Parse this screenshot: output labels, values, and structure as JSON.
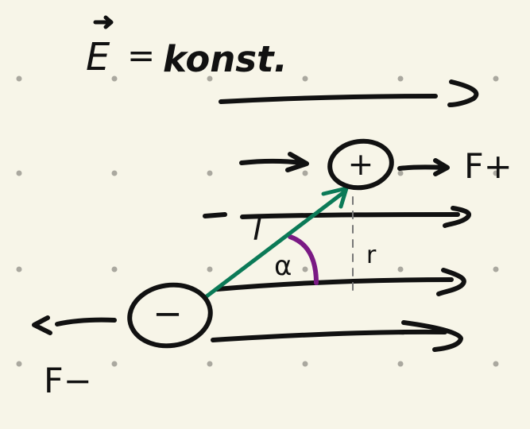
{
  "diagram": {
    "title_field": "E",
    "title_equals": "=",
    "title_value": "konst.",
    "charge_positive": "+",
    "charge_negative": "−",
    "force_positive_label": "F+",
    "force_negative_label": "F−",
    "separation_label": "l",
    "angle_label": "α",
    "distance_label": "r",
    "colors": {
      "background": "#f7f5e8",
      "ink": "#111111",
      "dipole_line": "#0b7a57",
      "angle_arc": "#7a1a84",
      "dashed_line": "#777777",
      "grid_dot": "#aaa89f"
    }
  }
}
